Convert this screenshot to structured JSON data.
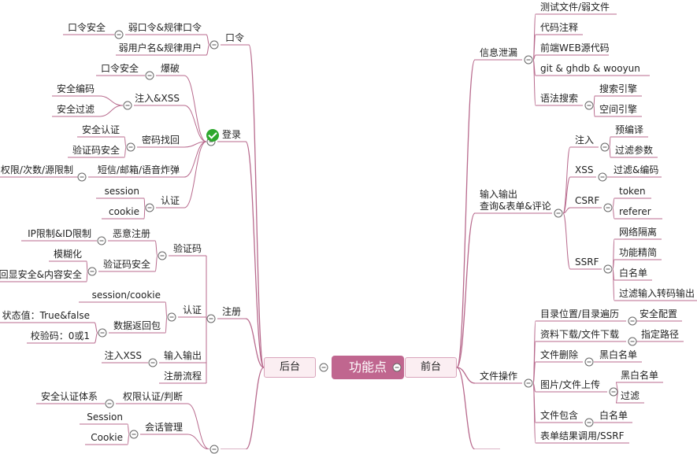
{
  "center": "功能点",
  "left_root": "后台",
  "right_root": "前台",
  "left": [
    {
      "t": "口令",
      "ch": [
        {
          "t": "弱口令&规律口令",
          "ch": [
            {
              "t": "口令安全"
            }
          ]
        },
        {
          "t": "弱用户名&规律用户"
        }
      ]
    },
    {
      "t": "登录",
      "icon": "check-icon",
      "ch": [
        {
          "t": "爆破",
          "ch": [
            {
              "t": "口令安全"
            }
          ]
        },
        {
          "t": "注入&XSS",
          "ch": [
            {
              "t": "安全编码"
            },
            {
              "t": "安全过滤"
            }
          ]
        },
        {
          "t": "密码找回",
          "ch": [
            {
              "t": "安全认证"
            },
            {
              "t": "验证码安全"
            }
          ]
        },
        {
          "t": "短信/邮箱/语音炸弹",
          "ch": [
            {
              "t": "权限/次数/源限制"
            }
          ]
        },
        {
          "t": "认证",
          "ch": [
            {
              "t": "session"
            },
            {
              "t": "cookie"
            }
          ]
        }
      ]
    },
    {
      "t": "注册",
      "ch": [
        {
          "t": "验证码",
          "ch": [
            {
              "t": "恶意注册",
              "ch": [
                {
                  "t": "IP限制&ID限制"
                }
              ]
            },
            {
              "t": "验证码安全",
              "ch": [
                {
                  "t": "模糊化"
                },
                {
                  "t": "回显安全&内容安全"
                }
              ]
            }
          ]
        },
        {
          "t": "认证",
          "ch": [
            {
              "t": "session/cookie"
            },
            {
              "t": "数据返回包",
              "ch": [
                {
                  "t": "状态值：True&false"
                },
                {
                  "t": "校验码：0或1"
                }
              ]
            }
          ]
        },
        {
          "t": "输入输出",
          "ch": [
            {
              "t": "注入XSS"
            }
          ]
        },
        {
          "t": "注册流程"
        }
      ]
    },
    {
      "t": "",
      "ch": [
        {
          "t": "权限认证/判断",
          "ch": [
            {
              "t": "安全认证体系"
            }
          ]
        },
        {
          "t": "会话管理",
          "ch": [
            {
              "t": "Session"
            },
            {
              "t": "Cookie"
            }
          ]
        }
      ]
    }
  ],
  "right": [
    {
      "t": "信息泄漏",
      "ch": [
        {
          "t": "测试文件/弱文件"
        },
        {
          "t": "代码注释"
        },
        {
          "t": "前端WEB源代码"
        },
        {
          "t": "git & ghdb & wooyun"
        },
        {
          "t": "语法搜索",
          "ch": [
            {
              "t": "搜索引擎"
            },
            {
              "t": "空间引擎"
            }
          ]
        }
      ]
    },
    {
      "t": "输入输出\n查询&表单&评论",
      "ch": [
        {
          "t": "注入",
          "ch": [
            {
              "t": "预编译"
            },
            {
              "t": "过滤参数"
            }
          ]
        },
        {
          "t": "XSS",
          "ch": [
            {
              "t": "过滤&编码"
            }
          ]
        },
        {
          "t": "CSRF",
          "ch": [
            {
              "t": "token"
            },
            {
              "t": "referer"
            }
          ]
        },
        {
          "t": "SSRF",
          "ch": [
            {
              "t": "网络隔离"
            },
            {
              "t": "功能精简"
            },
            {
              "t": "白名单"
            },
            {
              "t": "过滤输入转码输出"
            }
          ]
        }
      ]
    },
    {
      "t": "文件操作",
      "ch": [
        {
          "t": "目录位置/目录遍历",
          "ch": [
            {
              "t": "安全配置"
            }
          ]
        },
        {
          "t": "资料下载/文件下载",
          "ch": [
            {
              "t": "指定路径"
            }
          ]
        },
        {
          "t": "文件删除",
          "ch": [
            {
              "t": "黑白名单"
            }
          ]
        },
        {
          "t": "图片/文件上传",
          "ch": [
            {
              "t": "黑白名单"
            },
            {
              "t": "过滤"
            }
          ]
        },
        {
          "t": "文件包含",
          "ch": [
            {
              "t": "白名单"
            }
          ]
        },
        {
          "t": "表单结果调用/SSRF"
        }
      ]
    },
    {
      "t": "",
      "ch": []
    }
  ]
}
